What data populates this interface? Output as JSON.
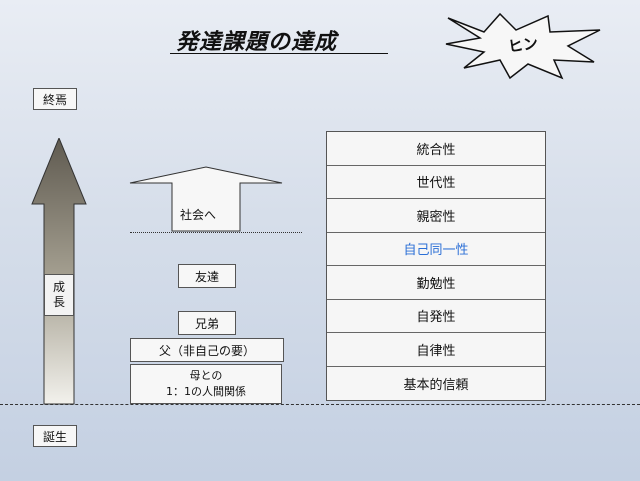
{
  "title": "発達課題の達成",
  "burst_label": "ヒン",
  "left_top_label": "終焉",
  "left_bottom_label": "誕生",
  "growth_chars": [
    "成",
    "長"
  ],
  "society_label": "社会へ",
  "middle_boxes": {
    "friends": "友達",
    "siblings": "兄弟",
    "father": "父（非自己の要）",
    "mother_line1": "母との",
    "mother_line2": "1：1の人間関係"
  },
  "stages": [
    {
      "label": "統合性",
      "highlight": false
    },
    {
      "label": "世代性",
      "highlight": false
    },
    {
      "label": "親密性",
      "highlight": false
    },
    {
      "label": "自己同一性",
      "highlight": true
    },
    {
      "label": "勤勉性",
      "highlight": false
    },
    {
      "label": "自発性",
      "highlight": false
    },
    {
      "label": "自律性",
      "highlight": false
    },
    {
      "label": "基本的信頼",
      "highlight": false
    }
  ],
  "colors": {
    "highlight_text": "#2b6fd6",
    "arrow_top": "#5f5a50",
    "arrow_bottom": "#f2f1ec"
  }
}
